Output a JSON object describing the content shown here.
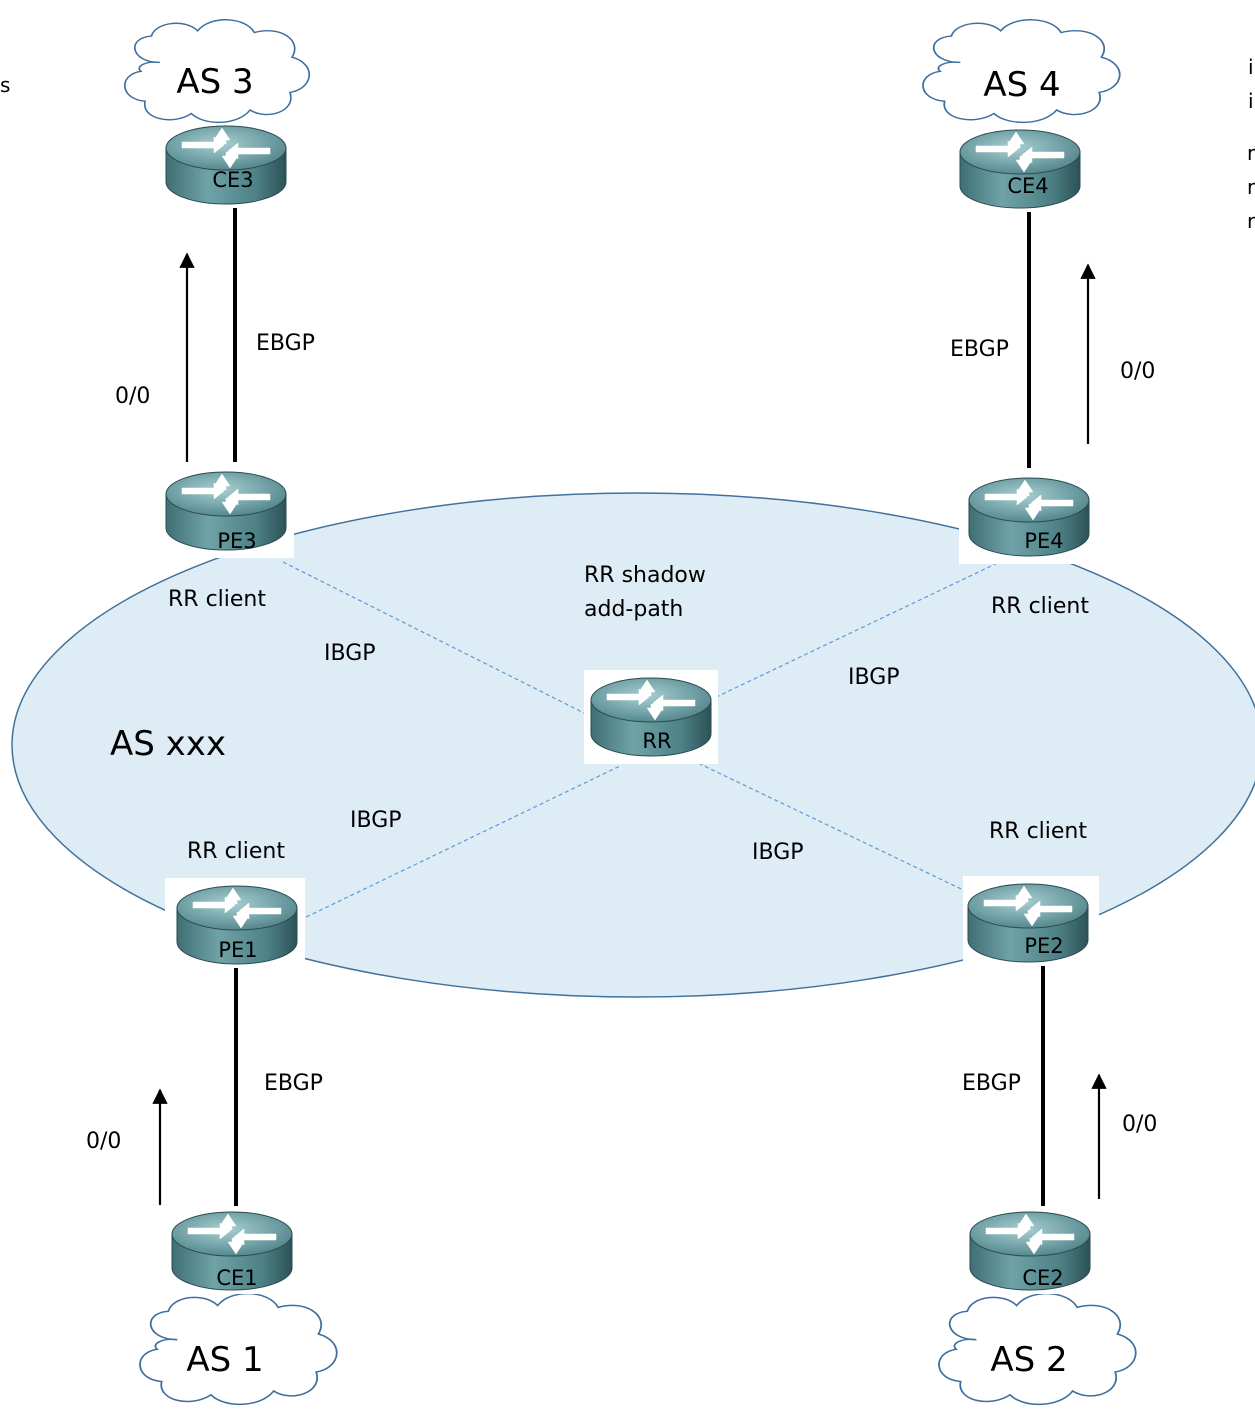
{
  "left_edge_text": "s",
  "right_edge_text": [
    "i",
    "i",
    "r",
    "r",
    "r"
  ],
  "domain_label": "AS xxx",
  "rr_note": {
    "line1": "RR shadow",
    "line2": "add-path"
  },
  "routers": {
    "rr": "RR",
    "ce3": "CE3",
    "pe3": "PE3",
    "ce4": "CE4",
    "pe4": "PE4",
    "pe1": "PE1",
    "ce1": "CE1",
    "pe2": "PE2",
    "ce2": "CE2"
  },
  "clouds": {
    "as3": "AS 3",
    "as4": "AS 4",
    "as1": "AS 1",
    "as2": "AS 2"
  },
  "rr_client_label": "RR client",
  "ibgp_label": "IBGP",
  "ebgp_label": "EBGP",
  "route_label": "0/0"
}
